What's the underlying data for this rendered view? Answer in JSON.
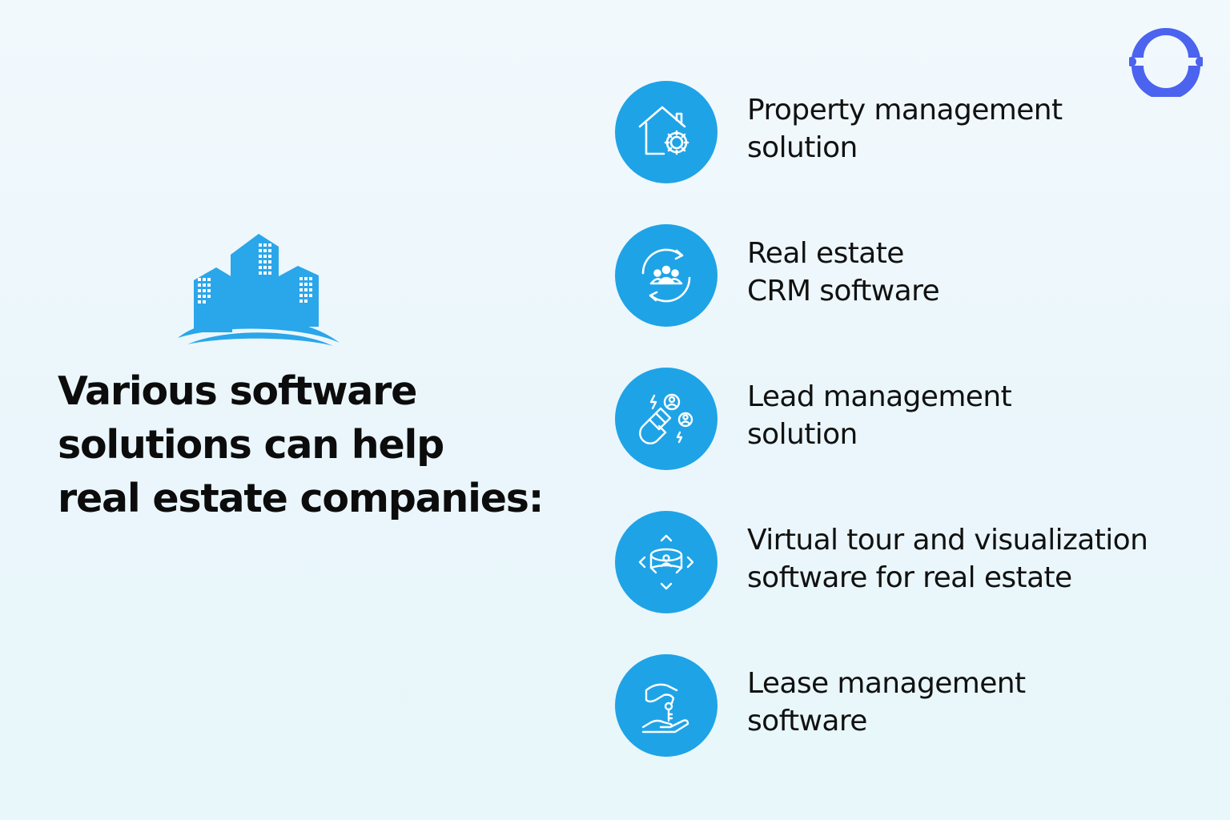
{
  "headline": {
    "lines": [
      "Various software",
      "solutions can help",
      "real estate companies:"
    ]
  },
  "solutions": [
    {
      "line1": "Property management",
      "line2": "solution",
      "icon": "house-gear-icon"
    },
    {
      "line1": "Real estate",
      "line2": "CRM software",
      "icon": "crm-people-cycle-icon"
    },
    {
      "line1": "Lead management",
      "line2": "solution",
      "icon": "magnet-leads-icon"
    },
    {
      "line1": "Virtual tour and visualization",
      "line2": "software for real estate",
      "icon": "virtual-tour-icon"
    },
    {
      "line1": "Lease management",
      "line2": "software",
      "icon": "hand-key-icon"
    }
  ],
  "colors": {
    "accent": "#1ea3e7",
    "logo": "#4b63ee",
    "text": "#111111",
    "background": "#eef8fc"
  }
}
